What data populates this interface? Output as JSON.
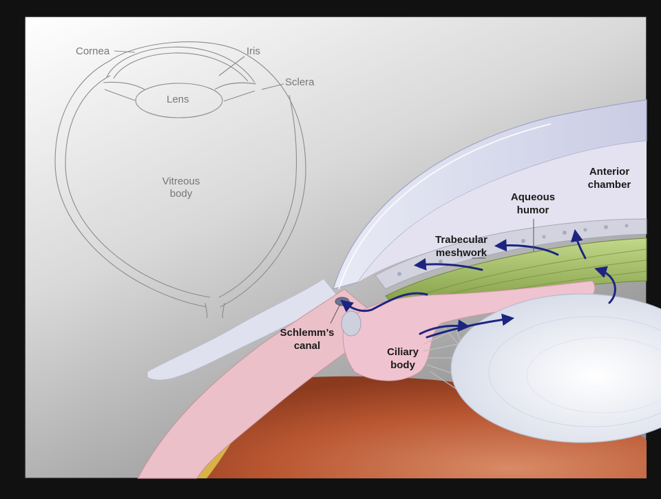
{
  "colors": {
    "outer_bg": "#111111",
    "cornea": "#c7cbe4",
    "sclera": "#e9b9c4",
    "ciliary_body": "#efc3cf",
    "trabecular_meshwork": "#a6c165",
    "lens": "#edf0f7",
    "choroid": "#b85631",
    "aqueous_flow_arrows": "#1d2480"
  },
  "overview_labels": {
    "cornea": "Cornea",
    "iris": "Iris",
    "sclera": "Sclera",
    "lens": "Lens",
    "vitreous_line1": "Vitreous",
    "vitreous_line2": "body"
  },
  "detail_labels": {
    "anterior_line1": "Anterior",
    "anterior_line2": "chamber",
    "aqueous_line1": "Aqueous",
    "aqueous_line2": "humor",
    "trabecular_line1": "Trabecular",
    "trabecular_line2": "meshwork",
    "schlemm_line1": "Schlemm’s",
    "schlemm_line2": "canal",
    "ciliary_line1": "Ciliary",
    "ciliary_line2": "body"
  }
}
